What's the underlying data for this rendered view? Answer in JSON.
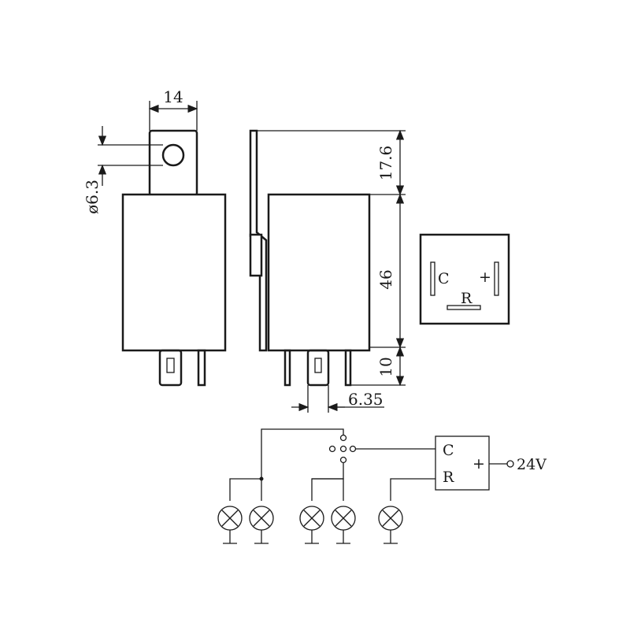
{
  "dimensions": {
    "tab_width": "14",
    "hole_diameter": "ø6.3",
    "top_height": "17.6",
    "body_height": "46",
    "pin_height": "10",
    "pin_width": "6.35"
  },
  "pinout": {
    "c_label": "C",
    "plus_label": "+",
    "r_label": "R"
  },
  "circuit": {
    "c_label": "C",
    "r_label": "R",
    "plus_label": "+",
    "supply_label": "24V"
  }
}
